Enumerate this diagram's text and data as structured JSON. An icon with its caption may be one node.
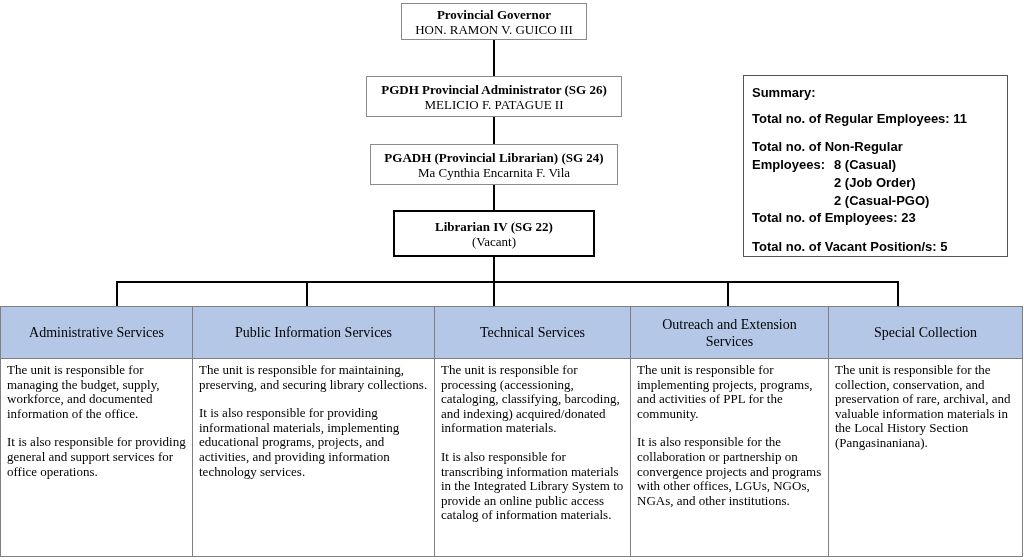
{
  "diagram": {
    "nodes": [
      {
        "text": [
          "Provincial Governor",
          "HON. RAMON V. GUICO III"
        ]
      },
      {
        "text": [
          "PGDH Provincial Administrator (SG 26)",
          "MELICIO F. PATAGUE II"
        ]
      },
      {
        "text": [
          "PGADH (Provincial Librarian) (SG 24)",
          "Ma Cynthia Encarnita F. Vila"
        ]
      },
      {
        "text": [
          "Librarian IV (SG 22)",
          "(Vacant)"
        ]
      },
      {
        "text": [
          "Summary:",
          "Total no. of Regular Employees: 11",
          "Total no. of Non-Regular Employees:",
          "8 (Casual)",
          "2 (Job Order)",
          "2 (Casual-PGO)",
          "Total no. of Employees: 23",
          "Total no. of Vacant Position/s: 5"
        ]
      },
      {
        "text": [
          "Administrative Services",
          "The unit is responsible for managing the budget, supply, workforce, and documented information of the office.",
          "It is also responsible for providing general and support services for office operations."
        ]
      },
      {
        "text": [
          "Public Information Services",
          "The unit is responsible for maintaining, preserving, and securing library collections.",
          "It is also responsible for providing informational materials, implementing educational programs, projects, and activities, and providing information technology services."
        ]
      },
      {
        "text": [
          "Technical Services",
          "The unit is responsible for processing (accessioning, cataloging, classifying, barcoding, and indexing) acquired/donated information materials.",
          "It is also responsible for transcribing information materials in the Integrated Library System to provide an online public access catalog of information materials."
        ]
      },
      {
        "text": [
          "Outreach and Extension Services",
          "The unit is responsible for implementing projects, programs, and activities of PPL for the community.",
          "It is also responsible for the collaboration or partnership on convergence projects and programs with other offices, LGUs, NGOs, NGAs, and other institutions."
        ]
      },
      {
        "text": [
          "Special Collection",
          "The unit is responsible for the collection, conservation, and preservation of rare, archival, and valuable information materials in the Local History Section (Pangasinaniana)."
        ]
      }
    ],
    "edges": [
      {
        "from": 0,
        "to": 1,
        "arrow": "none"
      },
      {
        "from": 1,
        "to": 2,
        "arrow": "none"
      },
      {
        "from": 2,
        "to": 3,
        "arrow": "none"
      },
      {
        "from": 3,
        "to": 5,
        "arrow": "none"
      },
      {
        "from": 3,
        "to": 6,
        "arrow": "none"
      },
      {
        "from": 3,
        "to": 7,
        "arrow": "none"
      },
      {
        "from": 3,
        "to": 8,
        "arrow": "none"
      },
      {
        "from": 3,
        "to": 9,
        "arrow": "none"
      }
    ]
  }
}
